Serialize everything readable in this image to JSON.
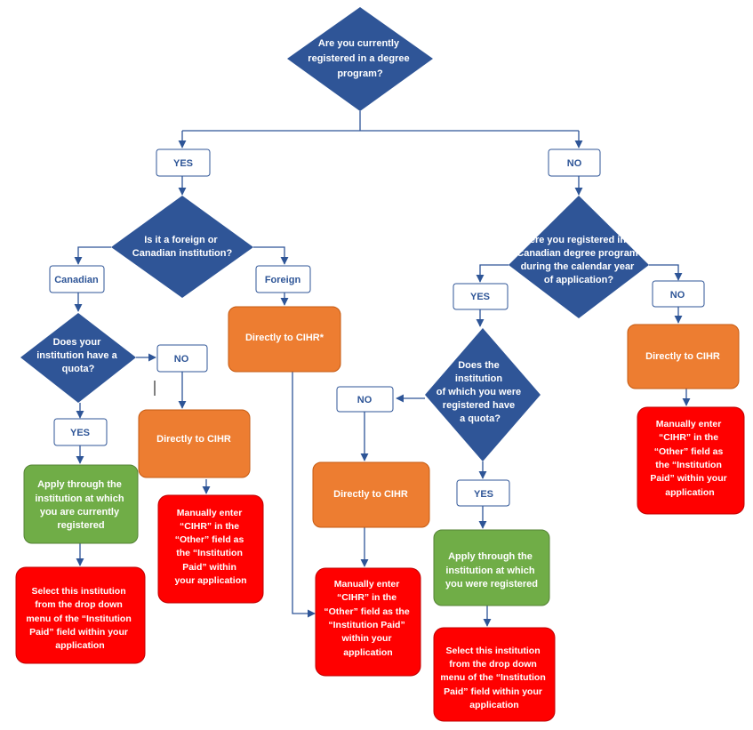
{
  "colors": {
    "decision": "#2f5597",
    "label_border": "#2f5597",
    "cihr_box": "#ed7d31",
    "apply_box": "#70ad47",
    "instruction_box": "#ff0000",
    "connector": "#2e5597"
  },
  "q1": [
    "Are you currently",
    "registered in a degree",
    "program?"
  ],
  "yes_top": "YES",
  "no_top": "NO",
  "q2": [
    "Is it a foreign or",
    "Canadian institution?"
  ],
  "canadian": "Canadian",
  "foreign": "Foreign",
  "foreign_cihr": "Directly to CIHR*",
  "q3": [
    "Does your",
    "institution have a",
    "quota?"
  ],
  "q3_yes": "YES",
  "q3_no": "NO",
  "q3_yes_apply": [
    "Apply through the",
    "institution at which",
    "you are currently",
    "registered"
  ],
  "q3_yes_select": [
    "Select this institution",
    "from the drop down",
    "menu of the “Institution",
    "Paid” field within your",
    "application"
  ],
  "q3_no_cihr": "Directly to CIHR",
  "q3_no_manual": [
    "Manually enter",
    "“CIHR” in the",
    "“Other” field as",
    "the “Institution",
    "Paid” within",
    "your application"
  ],
  "q4": [
    "Were you registered in a",
    "Canadian degree program",
    "during the calendar year",
    "of application?"
  ],
  "q4_yes": "YES",
  "q4_no": "NO",
  "q5": [
    "Does the",
    "institution",
    "of which you were",
    "registered have",
    "a quota?"
  ],
  "q5_no": "NO",
  "q5_yes": "YES",
  "q5_no_cihr": "Directly to CIHR",
  "q5_no_manual": [
    "Manually enter",
    "“CIHR” in the",
    "“Other” field as the",
    "“Institution Paid”",
    "within your",
    "application"
  ],
  "q5_yes_apply": [
    "Apply through the",
    "institution at which",
    "you were registered"
  ],
  "q5_yes_select": [
    "Select this institution",
    "from the drop down",
    "menu of the “Institution",
    "Paid” field within your",
    "application"
  ],
  "q4_no_cihr": "Directly to CIHR",
  "q4_no_manual": [
    "Manually enter",
    "“CIHR” in the",
    "“Other” field as",
    "the “Institution",
    "Paid” within your",
    "application"
  ]
}
